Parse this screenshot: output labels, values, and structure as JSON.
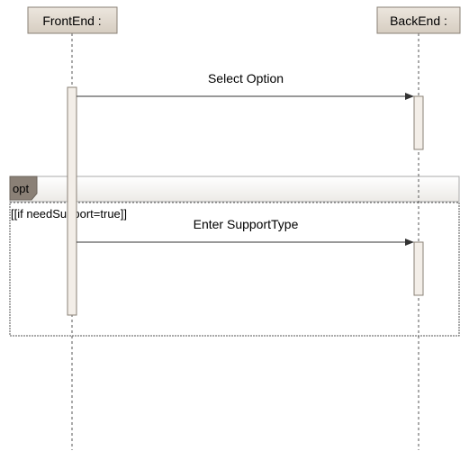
{
  "diagram": {
    "type": "sequence",
    "lifelines": [
      {
        "name": "FrontEnd :"
      },
      {
        "name": "BackEnd :"
      }
    ],
    "messages": [
      {
        "from": "FrontEnd :",
        "to": "BackEnd :",
        "label": "Select Option"
      },
      {
        "from": "FrontEnd :",
        "to": "BackEnd :",
        "label": "Enter SupportType"
      }
    ],
    "fragment": {
      "operator": "opt",
      "guard": "[[if needSupport=true]]"
    }
  },
  "colors": {
    "header_fill": "#ddd5c9",
    "header_stroke": "#8a8076",
    "activation_fill": "#f1ece6",
    "activation_stroke": "#8a8076",
    "fragment_fill": "#f2f1ef",
    "fragment_tab_fill": "#8a8076",
    "line": "#555555"
  }
}
